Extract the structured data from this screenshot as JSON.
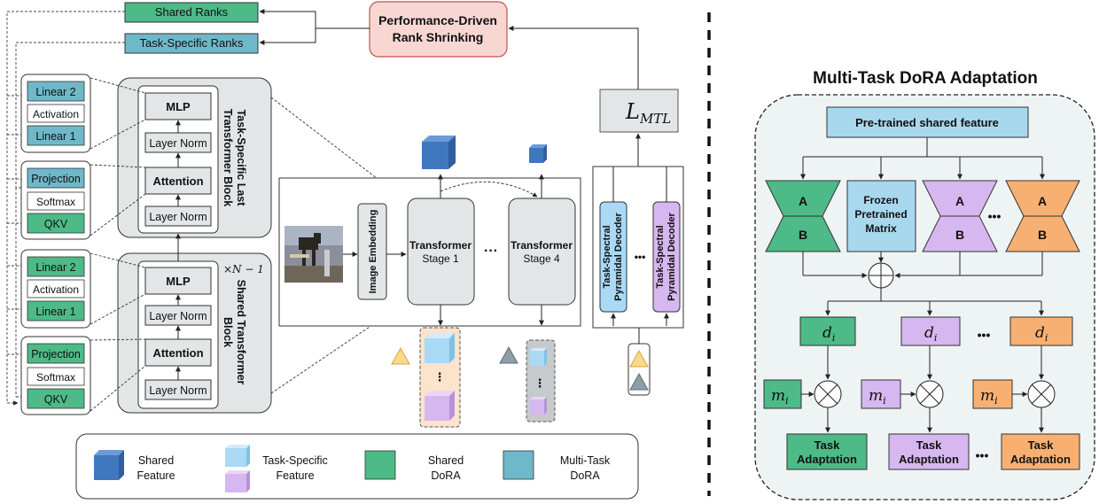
{
  "colors": {
    "shared_dora": "#4dba87",
    "multi_task_dora": "#6fb8c9",
    "shared_feature": "#3f77bf",
    "task_feature_blue": "#a9d9f5",
    "task_feature_purple": "#d7b7f0",
    "rank_shrinking": "#f8d7d3",
    "panel_gray": "#e2e6e6",
    "dora_bg": "#eef3f4",
    "orange": "#f7b072",
    "pretrained": "#a8d8ee"
  },
  "top": {
    "shared_ranks": "Shared Ranks",
    "task_specific_ranks": "Task-Specific Ranks",
    "rank_shrinking_line1": "Performance-Driven",
    "rank_shrinking_line2": "Rank Shrinking",
    "loss_main": "L",
    "loss_sub": "MTL"
  },
  "left": {
    "linear2": "Linear 2",
    "activation": "Activation",
    "linear1": "Linear 1",
    "projection": "Projection",
    "softmax": "Softmax",
    "qkv": "QKV",
    "mlp": "MLP",
    "layer_norm": "Layer Norm",
    "attention": "Attention",
    "last_block_line1": "Task-Specific Last",
    "last_block_line2": "Transformer Block",
    "shared_block_line1": "Shared Transformer",
    "shared_block_line2": "Block",
    "repeat": "×N − 1"
  },
  "center": {
    "image_embedding": "Image Embedding",
    "stage1_line1": "Transformer",
    "stage1_line2": "Stage 1",
    "stage4_line1": "Transformer",
    "stage4_line2": "Stage 4",
    "ellipsis": "···",
    "decoder_line1": "Task-Spectral",
    "decoder_line2": "Pyramidal Decoder"
  },
  "legend": {
    "shared_feature_line1": "Shared",
    "shared_feature_line2": "Feature",
    "task_feature_line1": "Task-Specific",
    "task_feature_line2": "Feature",
    "shared_dora_line1": "Shared",
    "shared_dora_line2": "DoRA",
    "multi_dora_line1": "Multi-Task",
    "multi_dora_line2": "DoRA"
  },
  "right": {
    "title": "Multi-Task DoRA Adaptation",
    "pretrained": "Pre-trained shared feature",
    "frozen_line1": "Frozen",
    "frozen_line2": "Pretrained",
    "frozen_line3": "Matrix",
    "a": "A",
    "b": "B",
    "ellipsis": "•••",
    "d": "d",
    "m": "m",
    "sub_i": "i",
    "task_line1": "Task",
    "task_line2": "Adaptation"
  }
}
